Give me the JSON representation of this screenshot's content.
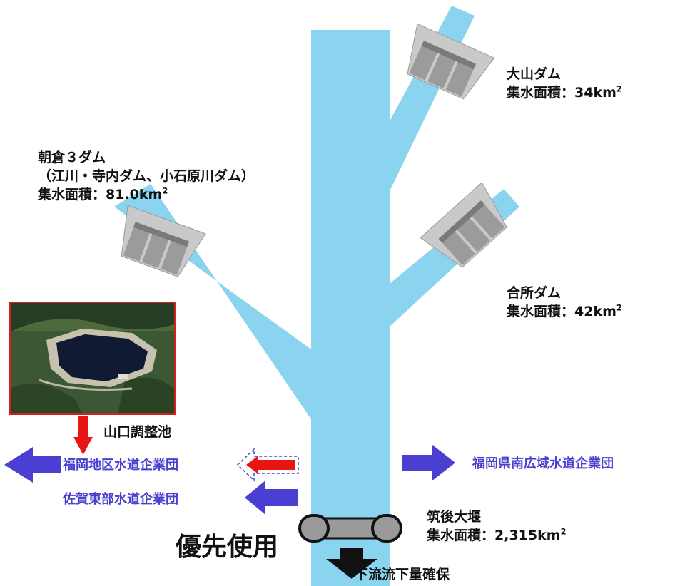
{
  "colors": {
    "river": "#8ad4ef",
    "dam_gray": "#a7a7a7",
    "arrow_blue": "#4a3fd0",
    "arrow_red": "#e81515",
    "org_text": "#4a3fd0",
    "photo_border": "#d41f1f"
  },
  "dams": {
    "oyama": {
      "name": "大山ダム",
      "area_prefix": "集水面積：",
      "area_value": "34km",
      "area_sup": "2"
    },
    "asakura": {
      "name": "朝倉３ダム",
      "note": "（江川・寺内ダム、小石原川ダム）",
      "area_prefix": "集水面積：",
      "area_value": "81.0km",
      "area_sup": "2"
    },
    "goudokoro": {
      "name": "合所ダム",
      "area_prefix": "集水面積：",
      "area_value": "42km",
      "area_sup": "2"
    }
  },
  "weir": {
    "name": "筑後大堰",
    "area_prefix": "集水面積：",
    "area_value": "2,315km",
    "area_sup": "2"
  },
  "pond": {
    "name": "山口調整池",
    "photo_icon": "reservoir-aerial-photo"
  },
  "users": {
    "fukuoka_district": "福岡地区水道企業団",
    "saga_east": "佐賀東部水道企業団",
    "fukuoka_south": "福岡県南広域水道企業団"
  },
  "priority_label": "優先使用",
  "downstream_label": "下流流下量確保"
}
